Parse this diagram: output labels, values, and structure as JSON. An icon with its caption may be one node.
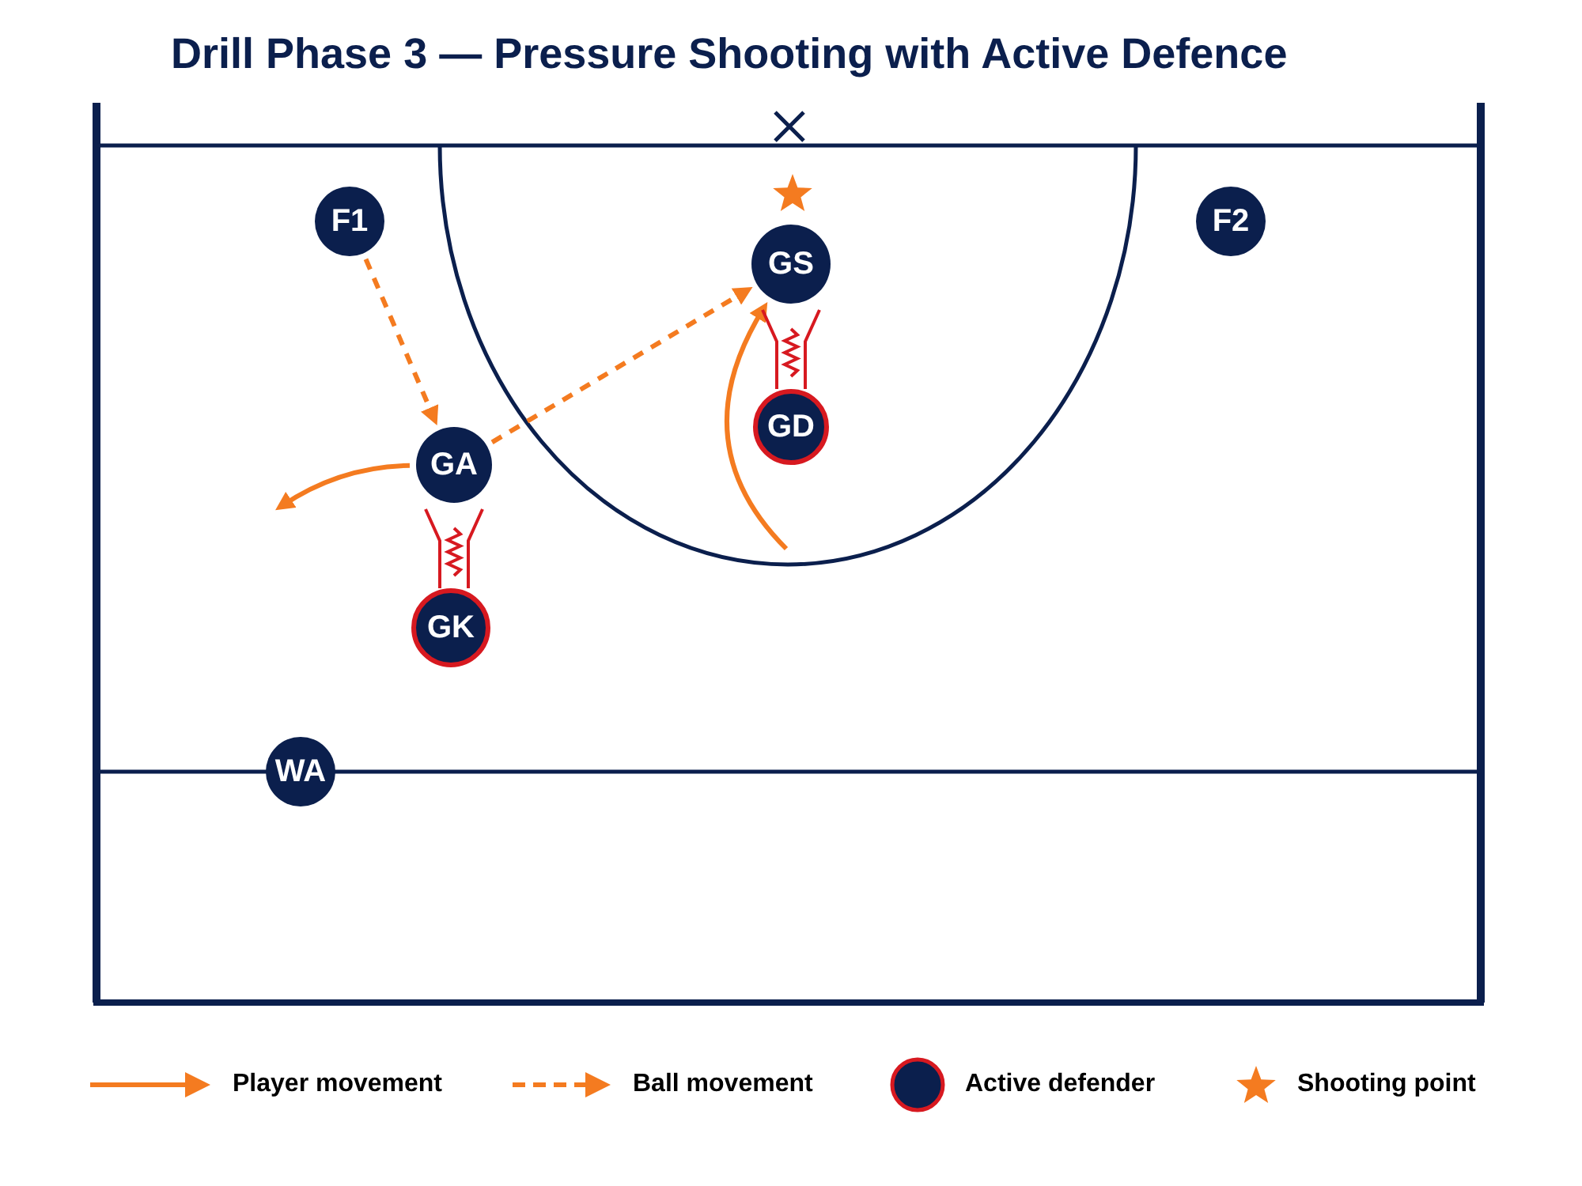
{
  "diagram": {
    "title": "Drill Phase 3 — Pressure Shooting with Active Defence",
    "nodes": [
      {
        "text": [
          "F1"
        ]
      },
      {
        "text": [
          "F2"
        ]
      },
      {
        "text": [
          "GS"
        ]
      },
      {
        "text": [
          "GD"
        ]
      },
      {
        "text": [
          "GA"
        ]
      },
      {
        "text": [
          "GK"
        ]
      },
      {
        "text": [
          "WA"
        ]
      }
    ],
    "edges": [
      {
        "from": 0,
        "to": 4,
        "arrow": "to",
        "style": "dashed"
      },
      {
        "from": 4,
        "to": 2,
        "arrow": "to",
        "style": "dashed"
      },
      {
        "from": 4,
        "to": null,
        "arrow": "to"
      },
      {
        "from": null,
        "to": 2,
        "arrow": "to"
      },
      {
        "from": 2,
        "to": 3,
        "arrow": "none",
        "color": "#d71920"
      },
      {
        "from": 4,
        "to": 5,
        "arrow": "none",
        "color": "#d71920"
      }
    ],
    "legend": [
      {
        "text": "Player movement"
      },
      {
        "text": "Ball movement"
      },
      {
        "text": "Active defender"
      },
      {
        "text": "Shooting point"
      }
    ]
  }
}
